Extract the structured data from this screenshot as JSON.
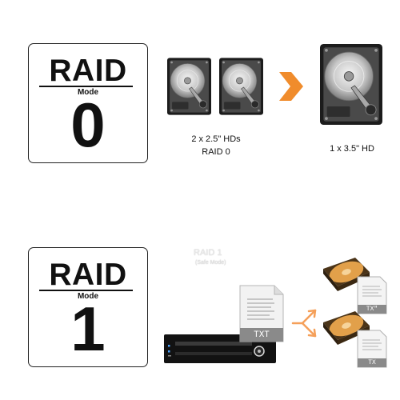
{
  "raid0": {
    "title": "RAID",
    "sub": "Mode",
    "number": "0",
    "source_caption_line1": "2 x 2.5\" HDs",
    "source_caption_line2": "RAID 0",
    "target_caption": "1 x 3.5\" HD"
  },
  "raid1": {
    "title": "RAID",
    "sub": "Mode",
    "number": "1",
    "overlay_title": "RAID 1",
    "overlay_subtitle": "(Safe Mode)",
    "doc_label": "TXT",
    "copy1_label": "TX\"",
    "copy2_label": "TX"
  },
  "colors": {
    "arrow": "#f08c2c",
    "fork": "#f5a05a",
    "doc_tag": "#8a8a8a"
  },
  "icons": [
    "hard-drive-icon",
    "chevron-right-icon",
    "text-document-icon",
    "drive-enclosure-icon",
    "fork-arrow-icon"
  ]
}
